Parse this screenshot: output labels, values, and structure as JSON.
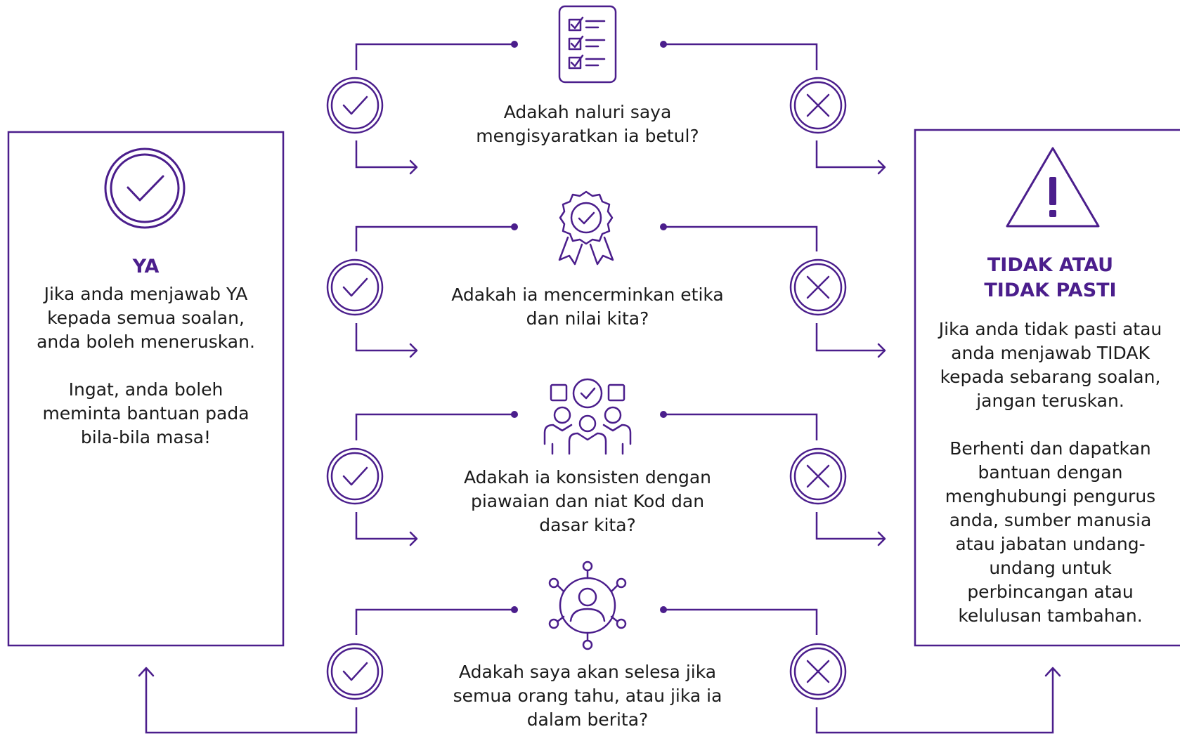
{
  "colors": {
    "accent": "#4b1e8c",
    "text": "#1b1b1b",
    "background": "#ffffff"
  },
  "yes_panel": {
    "icon": "check-circle-icon",
    "title": "YA",
    "body": [
      "Jika anda menjawab YA kepada semua soalan, anda boleh meneruskan.",
      "Ingat, anda boleh meminta bantuan pada bila-bila masa!"
    ]
  },
  "no_panel": {
    "icon": "warning-triangle-icon",
    "title_lines": [
      "TIDAK ATAU",
      "TIDAK PASTI"
    ],
    "body": [
      "Jika anda tidak pasti atau anda menjawab TIDAK kepada sebarang soalan, jangan teruskan.",
      "Berhenti dan dapatkan bantuan dengan menghubungi pengurus anda, sumber manusia atau jabatan undang-undang untuk perbincangan atau kelulusan tambahan."
    ]
  },
  "questions": [
    {
      "icon": "checklist-icon",
      "lines": [
        "Adakah naluri saya",
        "mengisyaratkan ia betul?"
      ]
    },
    {
      "icon": "award-badge-icon",
      "lines": [
        "Adakah ia mencerminkan etika",
        "dan nilai kita?"
      ]
    },
    {
      "icon": "team-check-icon",
      "lines": [
        "Adakah ia konsisten dengan",
        "piawaian dan niat Kod dan",
        "dasar kita?"
      ]
    },
    {
      "icon": "network-person-icon",
      "lines": [
        "Adakah saya akan selesa jika",
        "semua orang tahu, atau jika ia",
        "dalam berita?"
      ]
    }
  ]
}
